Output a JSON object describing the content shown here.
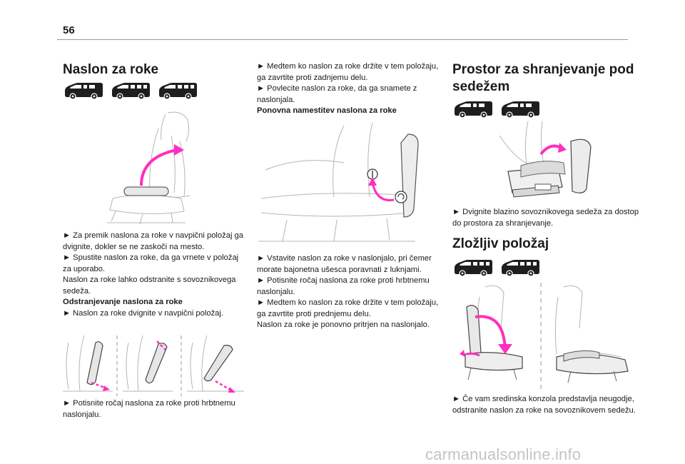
{
  "page": {
    "number": "56"
  },
  "col1": {
    "title": "Naslon za roke",
    "para1": [
      "► Za premik naslona za roke v navpični položaj ga dvignite, dokler se ne zaskoči na mesto.",
      "► Spustite naslon za roke, da ga vrnete v položaj za uporabo.",
      "Naslon za roke lahko odstranite s sovoznikovega sedeža."
    ],
    "sub_heading": "Odstranjevanje naslona za roke",
    "para2": "► Naslon za roke dvignite v navpični položaj.",
    "para3": "► Potisnite ročaj naslona za roke proti hrbtnemu naslonjalu."
  },
  "col2": {
    "para1": [
      "► Medtem ko naslon za roke držite v tem položaju, ga zavrtite proti zadnjemu delu.",
      "► Povlecite naslon za roke, da ga snamete z naslonjala."
    ],
    "sub_heading": "Ponovna namestitev naslona za roke",
    "para2": [
      "► Vstavite naslon za roke v naslonjalo, pri čemer morate bajonetna ušesca poravnati z luknjami.",
      "► Potisnite ročaj naslona za roke proti hrbtnemu naslonjalu.",
      "► Medtem ko naslon za roke držite v tem položaju, ga zavrtite proti prednjemu delu.",
      "Naslon za roke je ponovno pritrjen na naslonjalo."
    ]
  },
  "col3": {
    "title1": "Prostor za shranjevanje pod sedežem",
    "para1": "► Dvignite blazino sovoznikovega sedeža za dostop do prostora za shranjevanje.",
    "title2": "Zložljiv položaj",
    "para2": "► Če vam sredinska konzola predstavlja neugodje, odstranite naslon za roke na sovoznikovem sedežu."
  },
  "watermark": "carmanualsonline.info",
  "colors": {
    "accent": "#ff2fbf",
    "van": "#1e1e1e",
    "line": "#b5b5b5"
  },
  "icons": [
    "van-icon",
    "seat-illustration",
    "rotate-arrow-icon",
    "unlock-icon"
  ]
}
